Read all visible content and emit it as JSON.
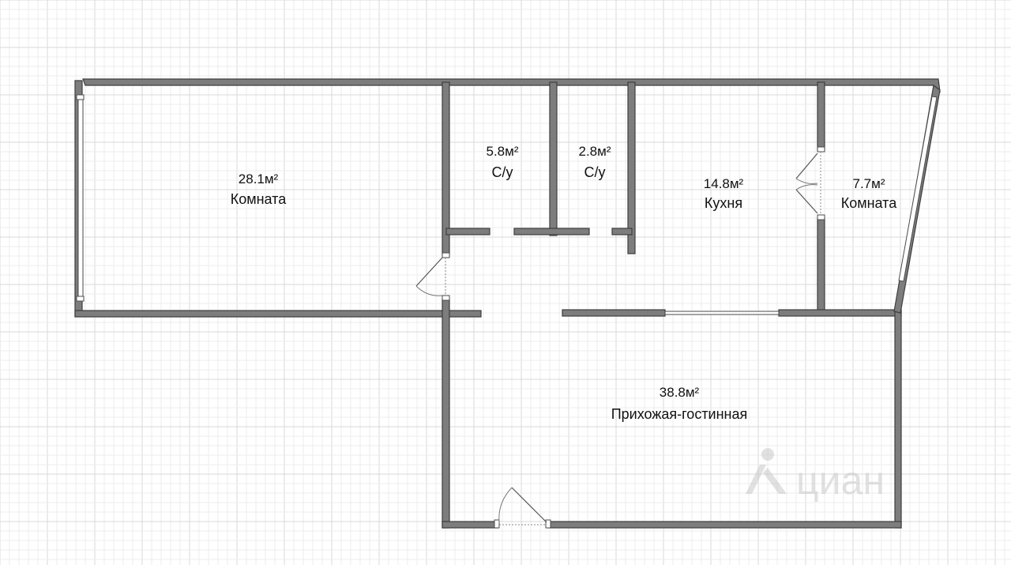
{
  "rooms": [
    {
      "id": "room-large",
      "area": "28.1м²",
      "name": "Комната"
    },
    {
      "id": "wc-1",
      "area": "5.8м²",
      "name": "С/у"
    },
    {
      "id": "wc-2",
      "area": "2.8м²",
      "name": "С/у"
    },
    {
      "id": "kitchen",
      "area": "14.8м²",
      "name": "Кухня"
    },
    {
      "id": "room-small",
      "area": "7.7м²",
      "name": "Комната"
    },
    {
      "id": "hall",
      "area": "38.8м²",
      "name": "Прихожая-гостинная"
    }
  ],
  "watermark": "циан",
  "colors": {
    "wall": "#7d7d7d",
    "grid": "#d8d8d8",
    "background": "#ffffff"
  }
}
